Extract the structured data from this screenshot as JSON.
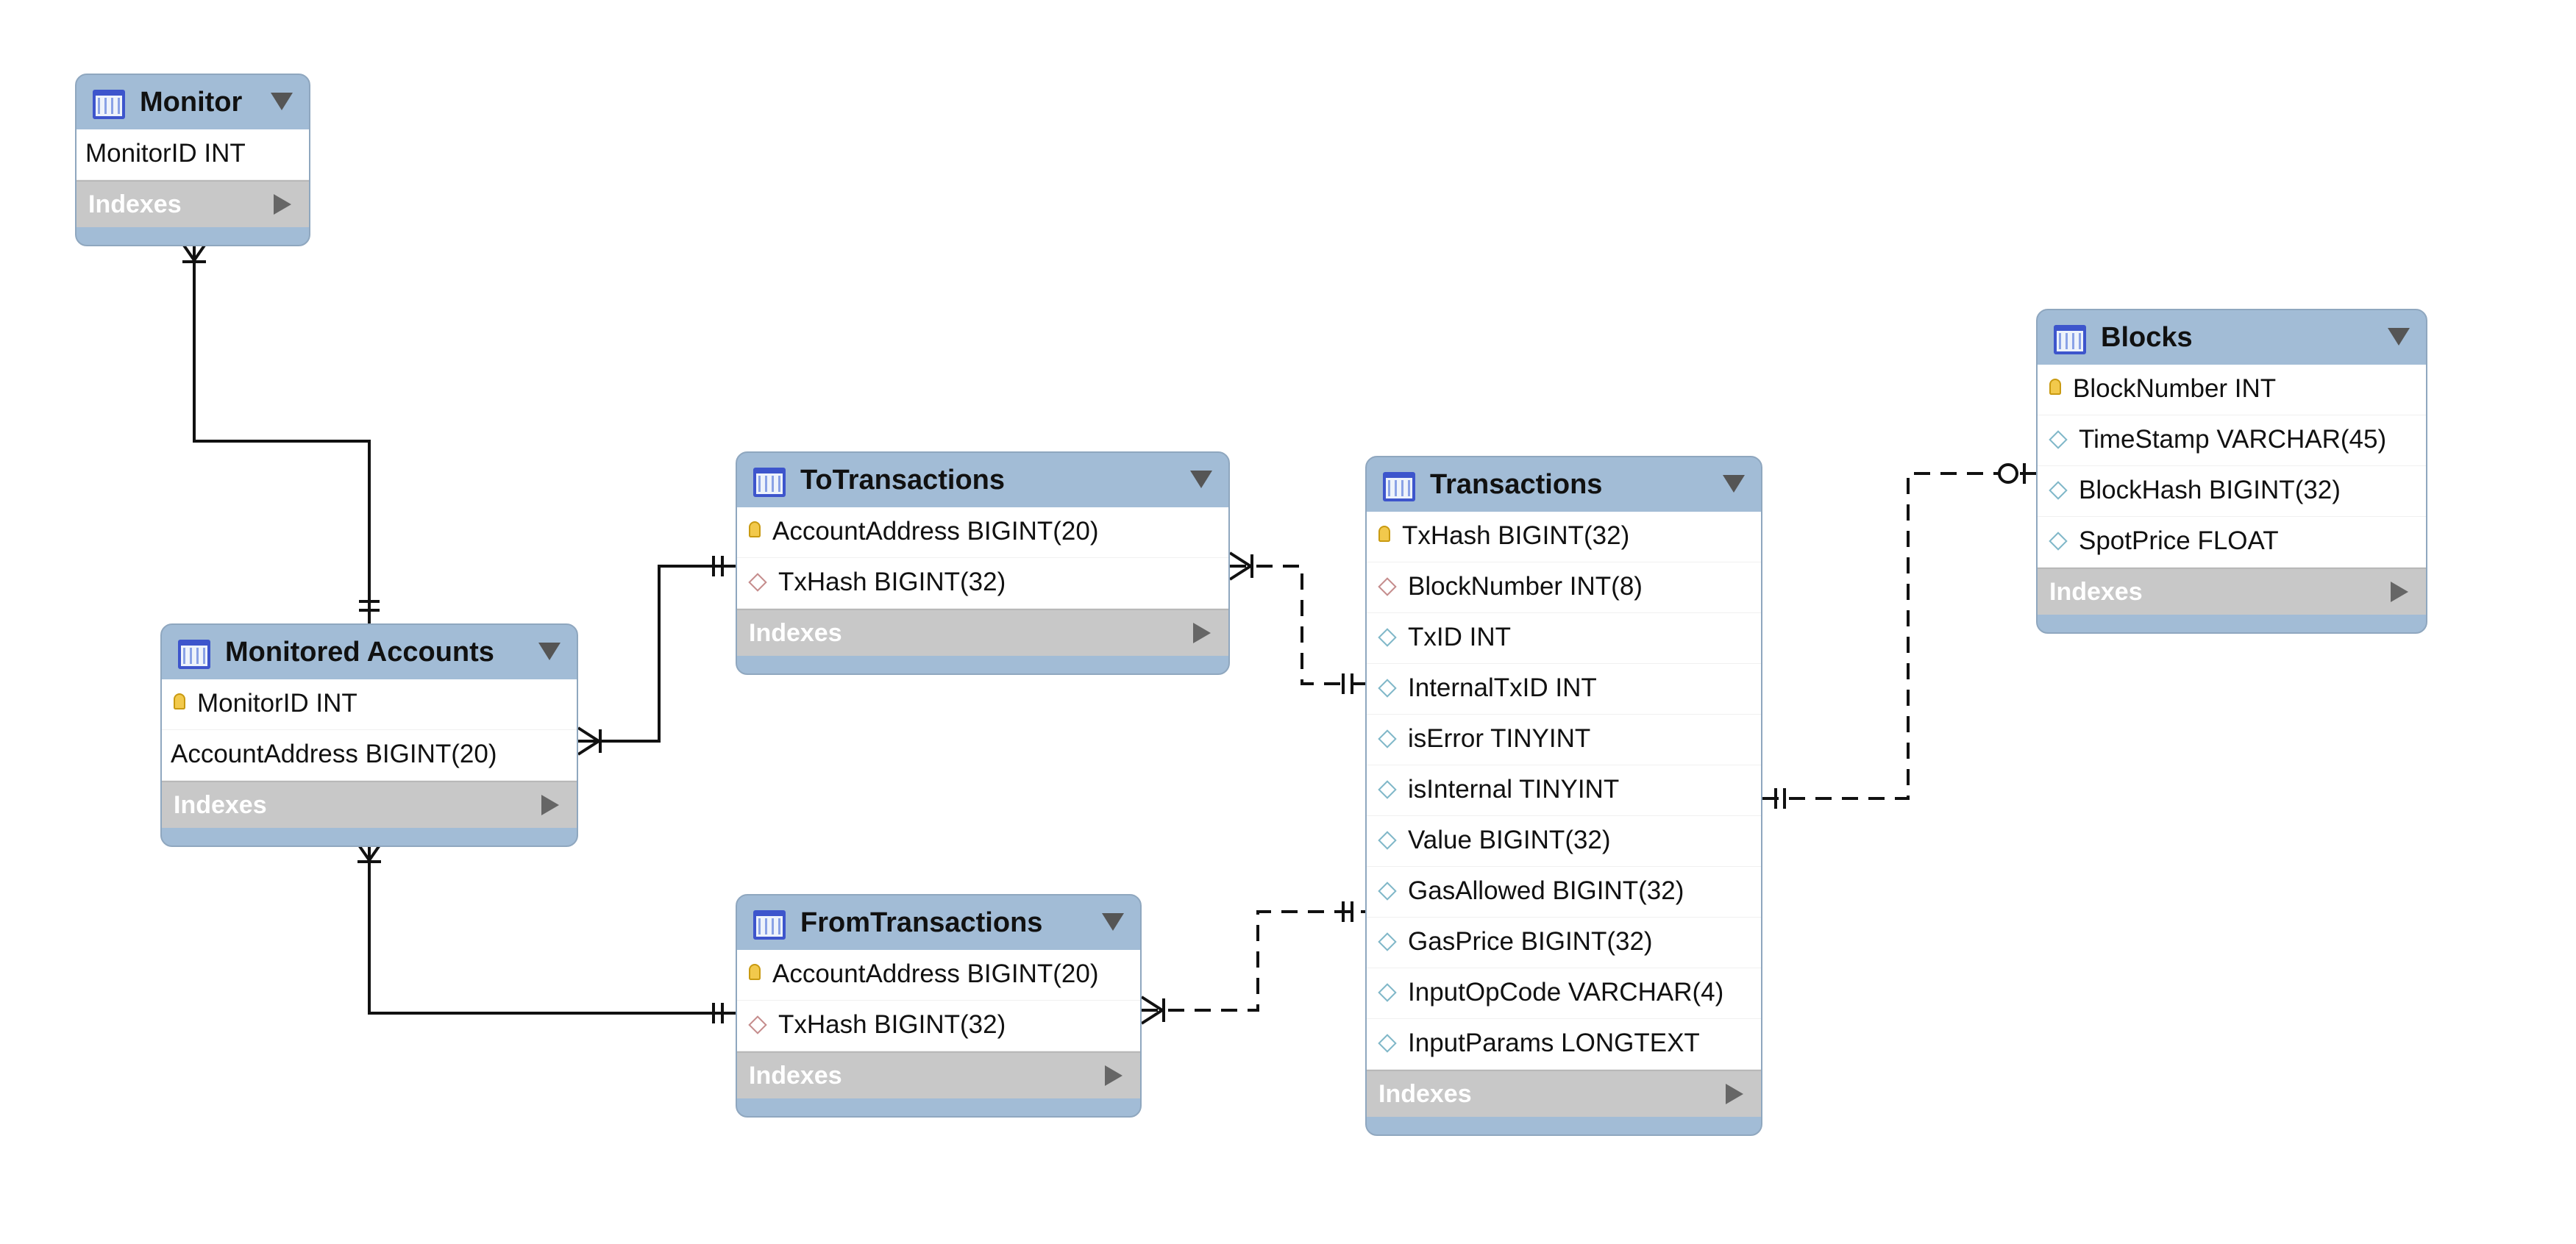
{
  "tables": {
    "monitor": {
      "title": "Monitor",
      "columns": [
        {
          "name": "MonitorID INT",
          "key": "none"
        }
      ],
      "indexes_label": "Indexes"
    },
    "monitored_accounts": {
      "title": "Monitored Accounts",
      "columns": [
        {
          "name": "MonitorID INT",
          "key": "primary"
        },
        {
          "name": "AccountAddress BIGINT(20)",
          "key": "none"
        }
      ],
      "indexes_label": "Indexes"
    },
    "to_transactions": {
      "title": "ToTransactions",
      "columns": [
        {
          "name": "AccountAddress BIGINT(20)",
          "key": "primary"
        },
        {
          "name": "TxHash BIGINT(32)",
          "key": "foreign"
        }
      ],
      "indexes_label": "Indexes"
    },
    "from_transactions": {
      "title": "FromTransactions",
      "columns": [
        {
          "name": "AccountAddress BIGINT(20)",
          "key": "primary"
        },
        {
          "name": "TxHash BIGINT(32)",
          "key": "foreign"
        }
      ],
      "indexes_label": "Indexes"
    },
    "transactions": {
      "title": "Transactions",
      "columns": [
        {
          "name": "TxHash BIGINT(32)",
          "key": "primary"
        },
        {
          "name": "BlockNumber INT(8)",
          "key": "foreign"
        },
        {
          "name": "TxID INT",
          "key": "column"
        },
        {
          "name": "InternalTxID INT",
          "key": "column"
        },
        {
          "name": "isError TINYINT",
          "key": "column"
        },
        {
          "name": "isInternal TINYINT",
          "key": "column"
        },
        {
          "name": "Value BIGINT(32)",
          "key": "column"
        },
        {
          "name": "GasAllowed BIGINT(32)",
          "key": "column"
        },
        {
          "name": "GasPrice BIGINT(32)",
          "key": "column"
        },
        {
          "name": "InputOpCode VARCHAR(4)",
          "key": "column"
        },
        {
          "name": "InputParams LONGTEXT",
          "key": "column"
        }
      ],
      "indexes_label": "Indexes"
    },
    "blocks": {
      "title": "Blocks",
      "columns": [
        {
          "name": "BlockNumber INT",
          "key": "primary"
        },
        {
          "name": "TimeStamp VARCHAR(45)",
          "key": "column"
        },
        {
          "name": "BlockHash BIGINT(32)",
          "key": "column"
        },
        {
          "name": "SpotPrice FLOAT",
          "key": "column"
        }
      ],
      "indexes_label": "Indexes"
    }
  },
  "relationships": [
    {
      "from": "monitor",
      "from_card": "one-or-many",
      "to": "monitored_accounts",
      "to_card": "exactly-one",
      "style": "solid"
    },
    {
      "from": "monitored_accounts",
      "from_card": "one-or-many",
      "to": "to_transactions",
      "to_card": "exactly-one",
      "style": "solid"
    },
    {
      "from": "monitored_accounts",
      "from_card": "one-or-many",
      "to": "from_transactions",
      "to_card": "exactly-one",
      "style": "solid"
    },
    {
      "from": "to_transactions",
      "from_card": "one-or-many",
      "to": "transactions",
      "to_card": "exactly-one",
      "style": "dashed"
    },
    {
      "from": "from_transactions",
      "from_card": "one-or-many",
      "to": "transactions",
      "to_card": "exactly-one",
      "style": "dashed"
    },
    {
      "from": "transactions",
      "from_card": "exactly-one",
      "to": "blocks",
      "to_card": "zero-or-one",
      "style": "dashed"
    }
  ],
  "colors": {
    "header": "#a2bcd6",
    "indexes": "#c8c8c8",
    "line": "#111111"
  },
  "icons": {
    "table": "table-icon",
    "primary_key": "key-icon",
    "foreign_key": "foreign-key-diamond-icon",
    "column": "column-diamond-icon",
    "menu": "dropdown-triangle-icon",
    "indexes": "expand-arrow-icon"
  }
}
